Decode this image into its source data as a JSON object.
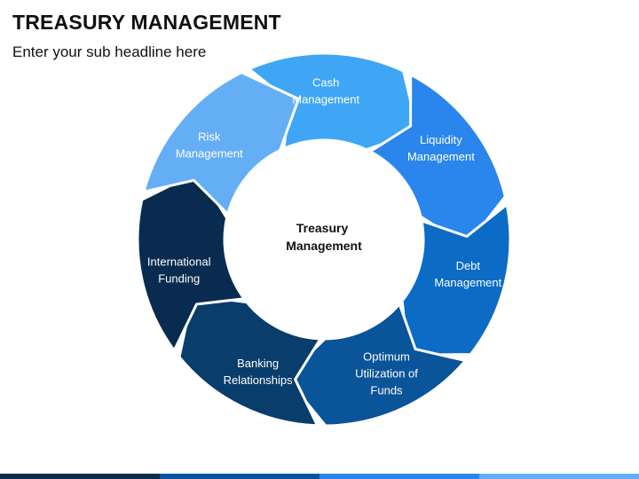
{
  "header": {
    "title": "TREASURY MANAGEMENT",
    "subtitle": "Enter your sub headline here"
  },
  "diagram": {
    "center": [
      "Treasury",
      "Management"
    ],
    "segments": [
      {
        "lines": [
          "Cash",
          "Management"
        ],
        "color": "#3ea6f4"
      },
      {
        "lines": [
          "Liquidity",
          "Management"
        ],
        "color": "#2a86ec"
      },
      {
        "lines": [
          "Debt",
          "Management"
        ],
        "color": "#0b6bc5"
      },
      {
        "lines": [
          "Optimum",
          "Utilization of",
          "Funds"
        ],
        "color": "#0a5499"
      },
      {
        "lines": [
          "Banking",
          "Relationships"
        ],
        "color": "#093d6b"
      },
      {
        "lines": [
          "International",
          "Funding"
        ],
        "color": "#092b4f"
      },
      {
        "lines": [
          "Risk",
          "Management"
        ],
        "color": "#64aef5"
      }
    ]
  },
  "footer_colors": [
    "#092b4f",
    "#0a5499",
    "#2a86ec",
    "#64aef5"
  ]
}
